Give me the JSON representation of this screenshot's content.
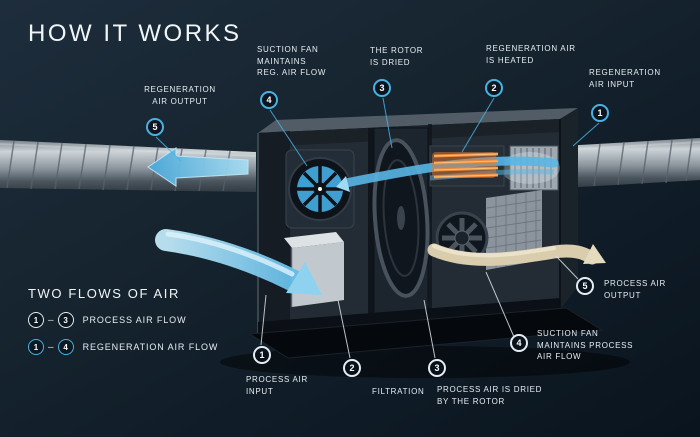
{
  "title": "HOW IT WORKS",
  "legend": {
    "title": "TWO FLOWS OF AIR",
    "rows": [
      {
        "from": "1",
        "dash": "–",
        "to": "3",
        "label": "PROCESS AIR FLOW",
        "flow": "process"
      },
      {
        "from": "1",
        "dash": "–",
        "to": "4",
        "label": "REGENERATION AIR FLOW",
        "flow": "regeneration"
      }
    ]
  },
  "callouts": [
    {
      "num": "5",
      "label": "REGENERATION\nAIR OUTPUT",
      "flow": "regeneration"
    },
    {
      "num": "4",
      "label": "SUCTION FAN\nMAINTAINS\nREG. AIR FLOW",
      "flow": "regeneration"
    },
    {
      "num": "3",
      "label": "THE ROTOR\nIS DRIED",
      "flow": "regeneration"
    },
    {
      "num": "2",
      "label": "REGENERATION AIR\nIS HEATED",
      "flow": "regeneration"
    },
    {
      "num": "1",
      "label": "REGENERATION\nAIR INPUT",
      "flow": "regeneration"
    },
    {
      "num": "5",
      "label": "PROCESS AIR\nOUTPUT",
      "flow": "process"
    },
    {
      "num": "4",
      "label": "SUCTION FAN\nMAINTAINS PROCESS\nAIR FLOW",
      "flow": "process"
    },
    {
      "num": "3",
      "label": "PROCESS AIR IS DRIED\nBY THE ROTOR",
      "flow": "process"
    },
    {
      "num": "2",
      "label": "FILTRATION",
      "flow": "process"
    },
    {
      "num": "1",
      "label": "PROCESS AIR\nINPUT",
      "flow": "process"
    }
  ],
  "colors": {
    "background": "#16242f",
    "accent_blue": "#49b2e1",
    "process_white": "#e6edf2",
    "heater_orange": "#e07830",
    "output_beige": "#d9cdae"
  }
}
